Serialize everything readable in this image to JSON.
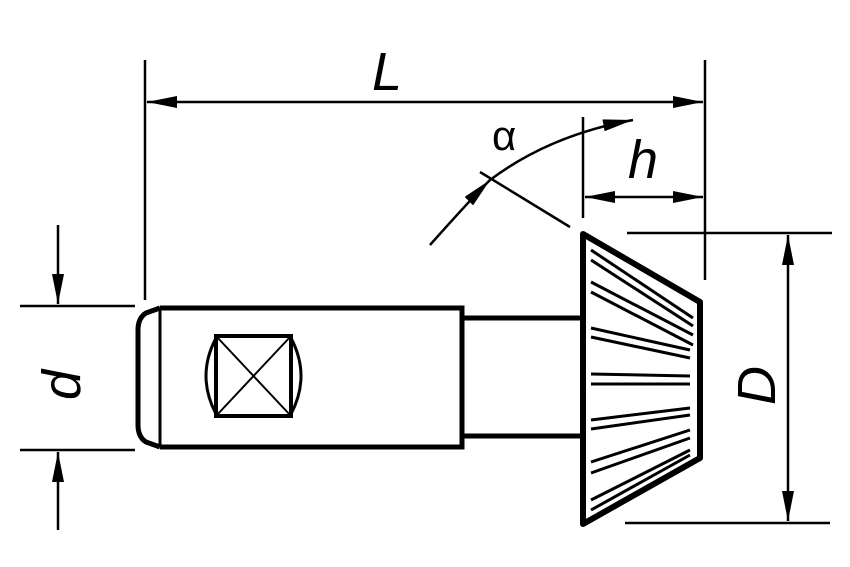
{
  "figure": {
    "labels": {
      "length": "L",
      "angle": "α",
      "head_height": "h",
      "shank_diameter": "d",
      "head_diameter": "D"
    },
    "colors": {
      "ink": "#000000",
      "background": "#ffffff"
    }
  }
}
